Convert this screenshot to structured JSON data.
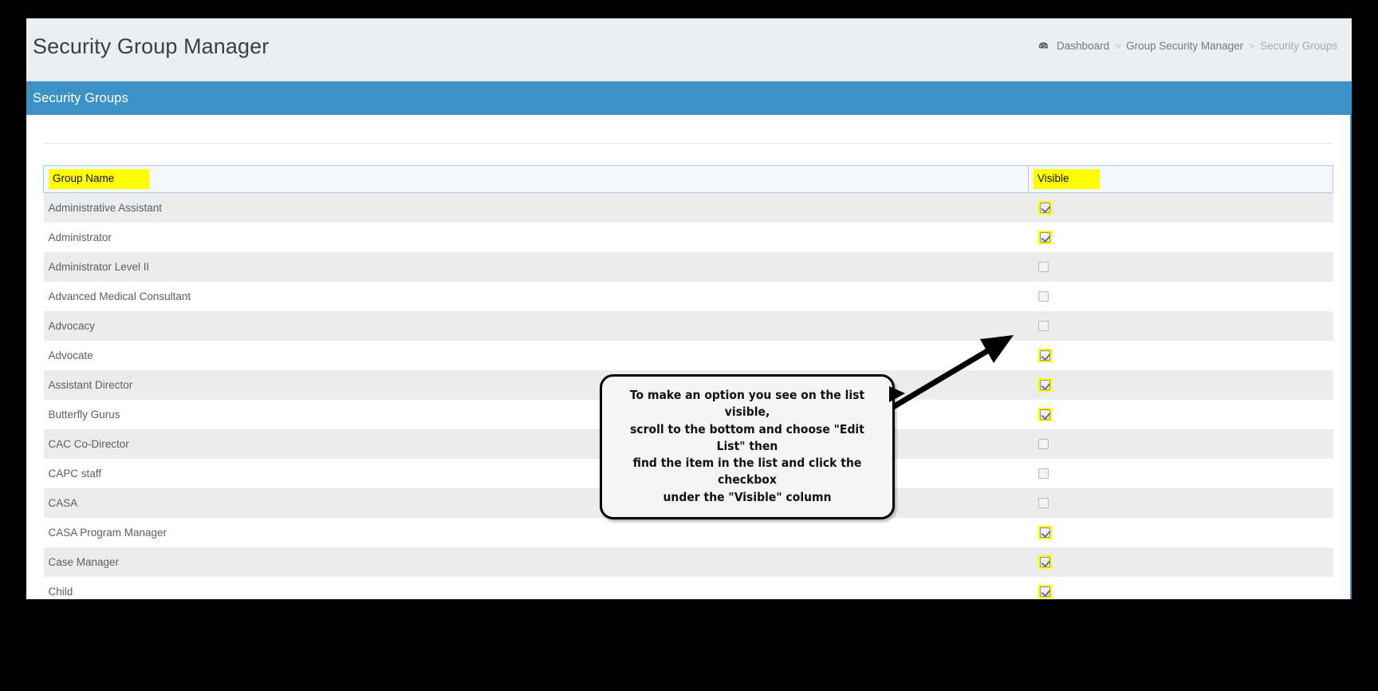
{
  "header": {
    "title": "Security Group Manager",
    "breadcrumb": {
      "icon": "dashboard-icon",
      "items": [
        "Dashboard",
        "Group Security Manager",
        "Security Groups"
      ],
      "separator": ">"
    }
  },
  "section": {
    "title": "Security Groups"
  },
  "table": {
    "columns": [
      "Group Name",
      "Visible"
    ],
    "rows": [
      {
        "name": "Administrative Assistant",
        "visible": true
      },
      {
        "name": "Administrator",
        "visible": true
      },
      {
        "name": "Administrator Level II",
        "visible": false
      },
      {
        "name": "Advanced Medical Consultant",
        "visible": false
      },
      {
        "name": "Advocacy",
        "visible": false
      },
      {
        "name": "Advocate",
        "visible": true
      },
      {
        "name": "Assistant Director",
        "visible": true
      },
      {
        "name": "Butterfly Gurus",
        "visible": true
      },
      {
        "name": "CAC Co-Director",
        "visible": false
      },
      {
        "name": "CAPC staff",
        "visible": false
      },
      {
        "name": "CASA",
        "visible": false
      },
      {
        "name": "CASA Program Manager",
        "visible": true
      },
      {
        "name": "Case Manager",
        "visible": true
      },
      {
        "name": "Child",
        "visible": true
      }
    ]
  },
  "callout": {
    "text": "To make an option you see on the list visible,\nscroll to the bottom and choose \"Edit List\" then\nfind the item in the list and click the checkbox\nunder the \"Visible\" column"
  },
  "colors": {
    "section_bar": "#3c92c4",
    "highlight": "#ffff00",
    "header_bg": "#eceef0",
    "row_stripe": "#ececec"
  }
}
